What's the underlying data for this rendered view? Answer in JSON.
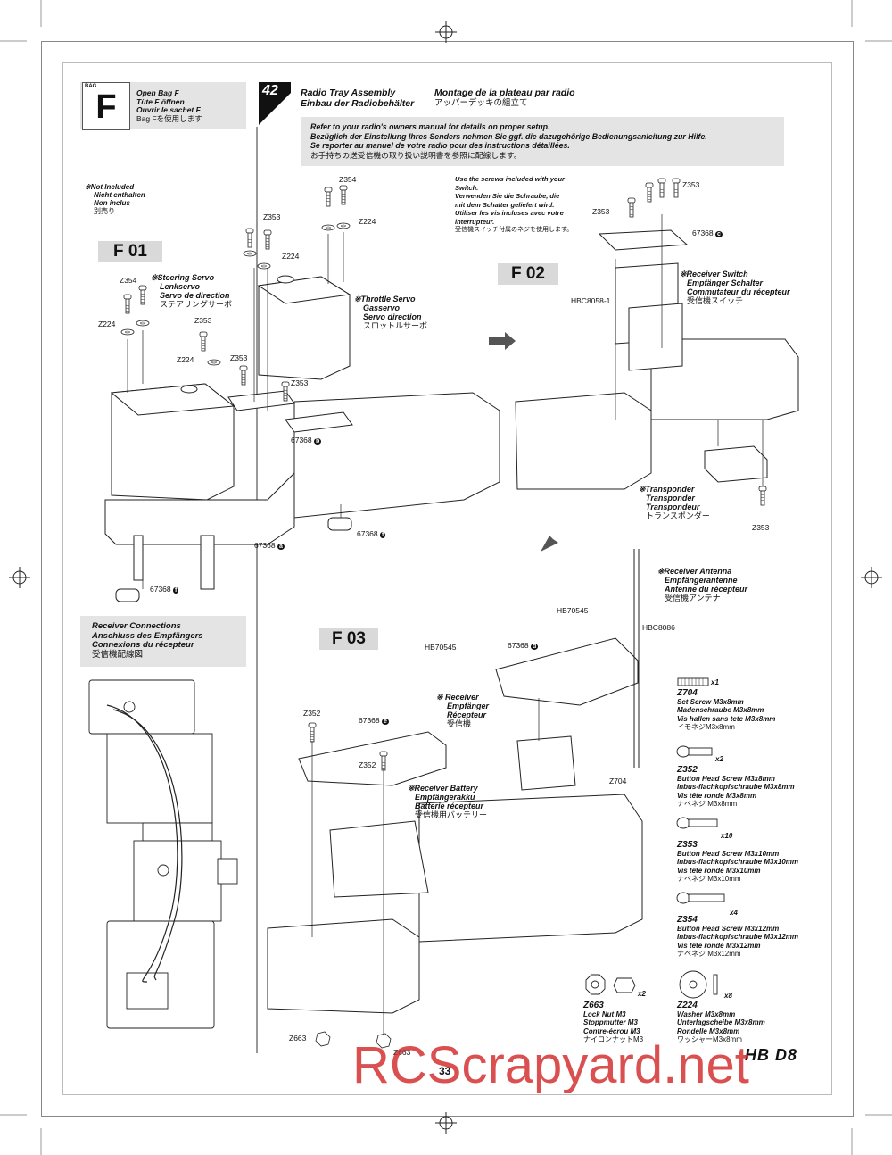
{
  "bag": {
    "header": "BAG",
    "letter": "F",
    "lines": [
      "Open Bag F",
      "Tüte F öffnen",
      "Ouvrir le sachet F",
      "Bag Fを使用します"
    ]
  },
  "step": {
    "number": "42",
    "title_en": "Radio Tray Assembly",
    "title_de": "Einbau der Radiobehälter",
    "title_fr": "Montage de la plateau par radio",
    "title_jp": "アッパーデッキの組立て"
  },
  "note": {
    "lines": [
      "Refer to your radio's owners manual for details on proper setup.",
      "Bezüglich der Einstellung Ihres Senders nehmen Sie ggf. die dazugehörige Bedienungsanleitung zur Hilfe.",
      "Se reporter au manuel de votre radio pour des instructions détaillées.",
      "お手持ちの送受信機の取り扱い説明書を参照に配線します。"
    ]
  },
  "not_included": {
    "lines": [
      "※Not Included",
      "Nicht enthalten",
      "Non inclus",
      "別売り"
    ]
  },
  "panels": {
    "f01": "F 01",
    "f02": "F 02",
    "f03": "F 03"
  },
  "steering_servo": {
    "lines": [
      "※Steering Servo",
      "Lenkservo",
      "Servo de direction",
      "ステアリングサーボ"
    ]
  },
  "throttle_servo": {
    "lines": [
      "※Throttle Servo",
      "Gasservo",
      "Servo direction",
      "スロットルサーボ"
    ]
  },
  "switch_note": {
    "lines": [
      "Use the screws included with your",
      "Switch.",
      "Verwenden Sie die Schraube, die",
      "mit dem Schalter geliefert wird.",
      "Utiliser les vis incluses avec votre",
      "interrupteur.",
      "受信機スイッチ付属のネジを使用します。"
    ]
  },
  "receiver_switch": {
    "lines": [
      "※Receiver Switch",
      "Empfänger Schalter",
      "Commutateur du récepteur",
      "受信機スイッチ"
    ]
  },
  "transponder": {
    "lines": [
      "※Transponder",
      "Transponder",
      "Transpondeur",
      "トランスポンダー"
    ]
  },
  "receiver_antenna": {
    "lines": [
      "※Receiver Antenna",
      "Empfängerantenne",
      "Antenne du récepteur",
      "受信機アンテナ"
    ]
  },
  "receiver": {
    "lines": [
      "※ Receiver",
      "Empfänger",
      "Récepteur",
      "受信機"
    ]
  },
  "receiver_battery": {
    "lines": [
      "※Receiver Battery",
      "Empfängerakku",
      "Batterie récepteur",
      "受信機用バッテリー"
    ]
  },
  "receiver_connections": {
    "lines": [
      "Receiver Connections",
      "Anschluss des Empfängers",
      "Connexions du récepteur",
      "受信機配線図"
    ]
  },
  "parts": {
    "z354": "Z354",
    "z353": "Z353",
    "z224": "Z224",
    "z352": "Z352",
    "z663": "Z663",
    "z704": "Z704",
    "p67368a": "67368",
    "p67368b": "67368",
    "p67368c": "67368",
    "p67368d": "67368",
    "p67368e": "67368",
    "p67368f": "67368",
    "hbc8058": "HBC8058-1",
    "hb70545": "HB70545",
    "hbc8086": "HBC8086",
    "letters": {
      "a": "a",
      "b": "b",
      "c": "c",
      "d": "d",
      "e": "e",
      "f": "f"
    }
  },
  "hardware": [
    {
      "code": "Z704",
      "qty": "x1",
      "lines": [
        "Set Screw M3x8mm",
        "Madenschraube M3x8mm",
        "Vis  hallen sans tete M3x8mm"
      ],
      "jp": "イモネジM3x8mm"
    },
    {
      "code": "Z352",
      "qty": "x2",
      "lines": [
        "Button Head Screw M3x8mm",
        "Inbus-flachkopfschraube M3x8mm",
        "Vis tête ronde M3x8mm"
      ],
      "jp": "ナベネジ M3x8mm"
    },
    {
      "code": "Z353",
      "qty": "x10",
      "lines": [
        "Button Head Screw M3x10mm",
        "Inbus-flachkopfschraube M3x10mm",
        "Vis tête ronde M3x10mm"
      ],
      "jp": "ナベネジ M3x10mm"
    },
    {
      "code": "Z354",
      "qty": "x4",
      "lines": [
        "Button Head Screw M3x12mm",
        "Inbus-flachkopfschraube M3x12mm",
        "Vis tête ronde M3x12mm"
      ],
      "jp": "ナベネジ M3x12mm"
    },
    {
      "code": "Z663",
      "qty": "x2",
      "lines": [
        "Lock Nut M3",
        "Stoppmutter M3",
        "Contre-écrou M3"
      ],
      "jp": "ナイロンナットM3"
    },
    {
      "code": "Z224",
      "qty": "x8",
      "lines": [
        "Washer M3x8mm",
        "Unterlagscheibe M3x8mm",
        "Rondelle M3x8mm"
      ],
      "jp": "ワッシャーM3x8mm"
    }
  ],
  "page_number": "33",
  "watermark": "RCScrapyard.net",
  "logo_text": "HB D8"
}
